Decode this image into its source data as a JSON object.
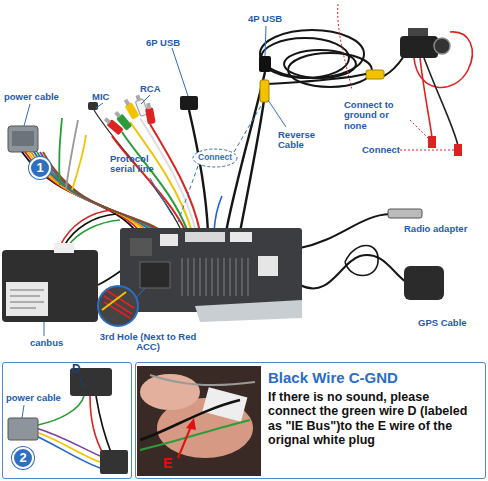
{
  "diagram": {
    "nodes": [
      {
        "text": [
          "Connect"
        ]
      },
      {
        "text": [
          "1"
        ]
      },
      {
        "text": [
          "D",
          "power cable"
        ]
      },
      {
        "text": [
          "2"
        ],
        "in": 2
      },
      {
        "text": [
          "Black Wire C-GND",
          "If there is no sound, please connect the green wire D (labeled as \"IE Bus\")to the E wire of the orignal white plug"
        ]
      }
    ],
    "labels": [
      "4P USB",
      "6P USB",
      "RCA",
      "MIC",
      "power cable",
      "Protocol serial line",
      "Reverse Cable",
      "Connect to ground or none",
      "Connect",
      "Radio adapter",
      "GPS Cable",
      "canbus",
      "3rd Hole (Next to Red ACC)",
      "E"
    ]
  }
}
